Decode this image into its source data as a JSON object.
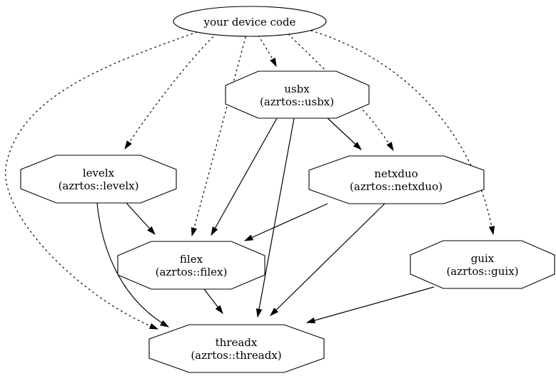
{
  "diagram": {
    "type": "dependency-graph",
    "background_color": "#ffffff",
    "line_color": "#000000",
    "node_fill_color": "#ffffff",
    "nodes": {
      "device_code": {
        "label": "your device code",
        "shape": "ellipse"
      },
      "usbx": {
        "label": "usbx",
        "sublabel": "(azrtos::usbx)",
        "shape": "octagon"
      },
      "levelx": {
        "label": "levelx",
        "sublabel": "(azrtos::levelx)",
        "shape": "octagon"
      },
      "netxduo": {
        "label": "netxduo",
        "sublabel": "(azrtos::netxduo)",
        "shape": "octagon"
      },
      "filex": {
        "label": "filex",
        "sublabel": "(azrtos::filex)",
        "shape": "octagon"
      },
      "guix": {
        "label": "guix",
        "sublabel": "(azrtos::guix)",
        "shape": "octagon"
      },
      "threadx": {
        "label": "threadx",
        "sublabel": "(azrtos::threadx)",
        "shape": "octagon"
      }
    },
    "edges": [
      {
        "from": "device_code",
        "to": "usbx",
        "style": "dotted"
      },
      {
        "from": "device_code",
        "to": "levelx",
        "style": "dotted"
      },
      {
        "from": "device_code",
        "to": "netxduo",
        "style": "dotted"
      },
      {
        "from": "device_code",
        "to": "filex",
        "style": "dotted"
      },
      {
        "from": "device_code",
        "to": "guix",
        "style": "dotted"
      },
      {
        "from": "device_code",
        "to": "threadx",
        "style": "dotted"
      },
      {
        "from": "usbx",
        "to": "netxduo",
        "style": "solid"
      },
      {
        "from": "usbx",
        "to": "filex",
        "style": "solid"
      },
      {
        "from": "usbx",
        "to": "threadx",
        "style": "solid"
      },
      {
        "from": "levelx",
        "to": "filex",
        "style": "solid"
      },
      {
        "from": "levelx",
        "to": "threadx",
        "style": "solid"
      },
      {
        "from": "netxduo",
        "to": "filex",
        "style": "solid"
      },
      {
        "from": "netxduo",
        "to": "threadx",
        "style": "solid"
      },
      {
        "from": "filex",
        "to": "threadx",
        "style": "solid"
      },
      {
        "from": "guix",
        "to": "threadx",
        "style": "solid"
      }
    ]
  }
}
